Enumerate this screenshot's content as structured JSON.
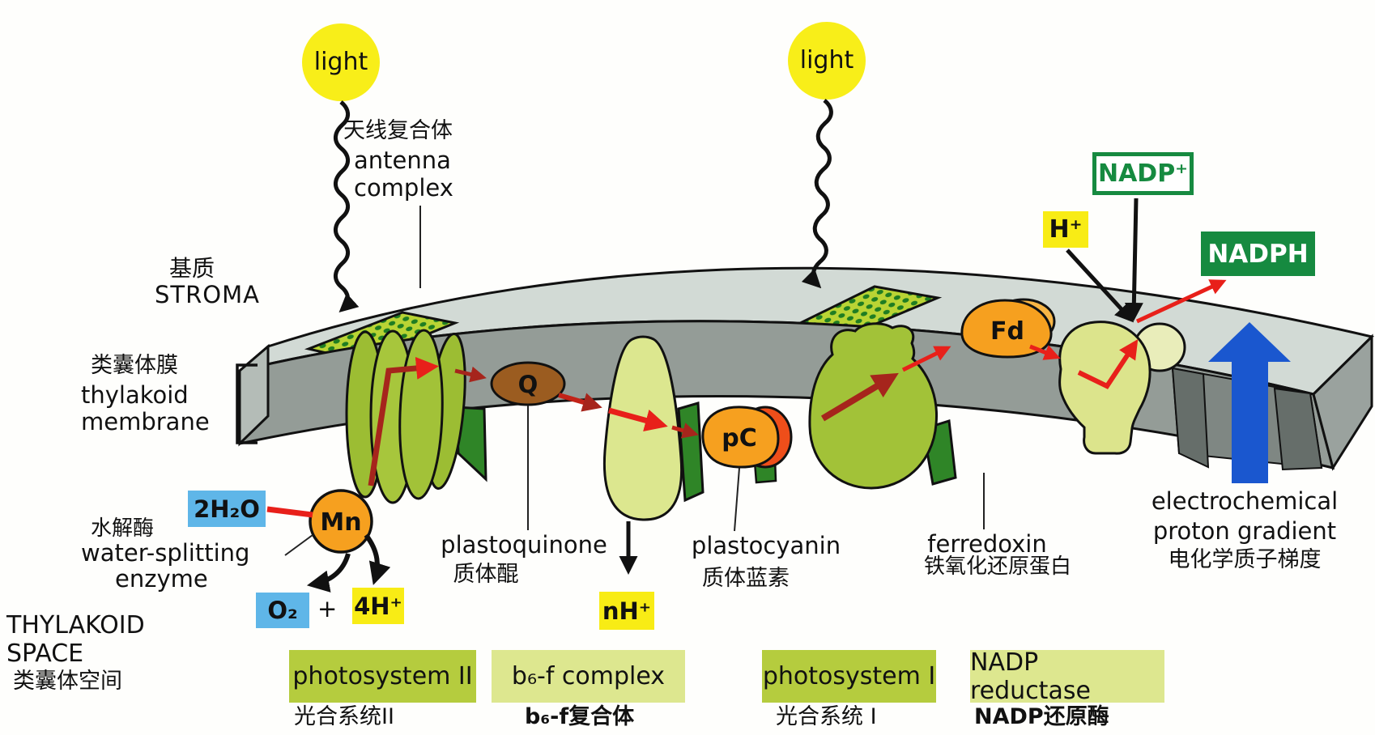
{
  "colors": {
    "background": "#ffffff",
    "membrane_top": "#d2dad5",
    "membrane_front": "#949c97",
    "membrane_end": "#b4bcb7",
    "slot_dark": "#666e6a",
    "protein_green": "#a2c238",
    "dark_green": "#2f8527",
    "antenna_green": "#b9d434",
    "antenna_dot_green": "#1f7d22",
    "pale_green": "#dce78f",
    "reductase_green": "#dce48c",
    "orange": "#f6a01f",
    "orange_light": "#f8b545",
    "red_orange": "#ee4e1a",
    "brown": "#9b5c20",
    "light_yellow": "#f8ee19",
    "box_blue": "#5fb6e8",
    "box_yellow": "#f8ec15",
    "nadp_green": "#168a40",
    "arrow_blue": "#1a57cf",
    "arrow_red": "#e8201a",
    "arrow_dark_red": "#a6251c",
    "ps_chip_green": "#b5cc3e"
  },
  "regions": {
    "stroma": {
      "zh": "基质",
      "en": "STROMA"
    },
    "thylakoid_membrane": {
      "zh": "类囊体膜",
      "en_line1": "thylakoid",
      "en_line2": "membrane"
    },
    "thylakoid_space": {
      "en_line1": "THYLAKOID",
      "en_line2": "SPACE",
      "zh": "类囊体空间"
    }
  },
  "light": {
    "label": "light"
  },
  "antenna": {
    "zh": "天线复合体",
    "en_line1": "antenna",
    "en_line2": "complex"
  },
  "water_splitting": {
    "zh": "水解酶",
    "en_line1": "water-splitting",
    "en_line2": "enzyme",
    "mn": "Mn",
    "input": "2H₂O",
    "o2": "O₂",
    "plus": "+",
    "h4": "4H⁺"
  },
  "plastoquinone": {
    "symbol": "Q",
    "en": "plastoquinone",
    "zh": "质体醌"
  },
  "protons_nh": "nH⁺",
  "plastocyanin": {
    "symbol": "pC",
    "en": "plastocyanin",
    "zh": "质体蓝素"
  },
  "ferredoxin": {
    "symbol": "Fd",
    "en": "ferredoxin",
    "zh": "铁氧化还原蛋白"
  },
  "nadp": {
    "h_plus": "H⁺",
    "nadp_plus": "NADP⁺",
    "nadph": "NADPH"
  },
  "gradient": {
    "en_line1": "electrochemical",
    "en_line2": "proton gradient",
    "zh": "电化学质子梯度"
  },
  "complexes": [
    {
      "en": "photosystem II",
      "zh": "光合系统II"
    },
    {
      "en": "b₆-f complex",
      "zh": "b₆-f复合体"
    },
    {
      "en": "photosystem I",
      "zh": "光合系统 I"
    },
    {
      "en": "NADP reductase",
      "zh": "NADP还原酶"
    }
  ]
}
